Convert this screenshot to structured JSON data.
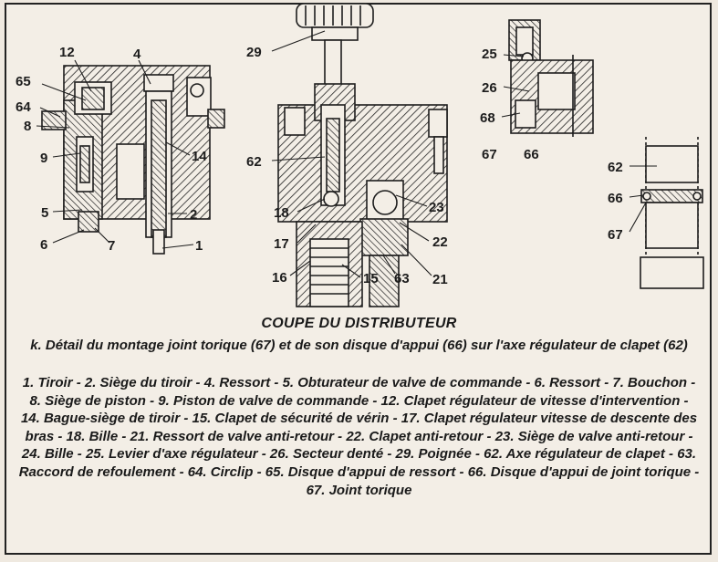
{
  "labels": {
    "l12": "12",
    "l4": "4",
    "l65": "65",
    "l64": "64",
    "l8": "8",
    "l9": "9",
    "l14": "14",
    "l5": "5",
    "l2": "2",
    "l6": "6",
    "l7": "7",
    "l1": "1",
    "l29": "29",
    "l62a": "62",
    "l18": "18",
    "l17": "17",
    "l16": "16",
    "l15": "15",
    "l63": "63",
    "l21": "21",
    "l23": "23",
    "l22": "22",
    "l25": "25",
    "l26": "26",
    "l68": "68",
    "l67a": "67",
    "l66a": "66",
    "l62b": "62",
    "l66b": "66",
    "l67b": "67"
  },
  "caption": {
    "title": "COUPE DU DISTRIBUTEUR",
    "detail": "k. Détail du montage joint torique (67) et de son disque d'appui (66) sur l'axe régulateur de clapet (62)",
    "legend": "1. Tiroir - 2. Siège du tiroir - 4. Ressort - 5. Obturateur de valve de commande - 6. Ressort - 7. Bouchon - 8. Siège de piston - 9. Piston de valve de commande - 12. Clapet régulateur de vitesse d'intervention - 14. Bague-siège de tiroir - 15. Clapet de sécurité de vérin - 17. Clapet régulateur vitesse de descente des bras - 18. Bille - 21. Ressort de valve anti-retour - 22. Clapet anti-retour - 23. Siège de valve anti-retour - 24. Bille - 25. Levier d'axe régulateur - 26. Secteur denté - 29. Poignée - 62. Axe régulateur de clapet - 63. Raccord de refoulement - 64. Circlip - 65. Disque d'appui de ressort - 66. Disque d'appui de joint torique - 67. Joint torique"
  }
}
